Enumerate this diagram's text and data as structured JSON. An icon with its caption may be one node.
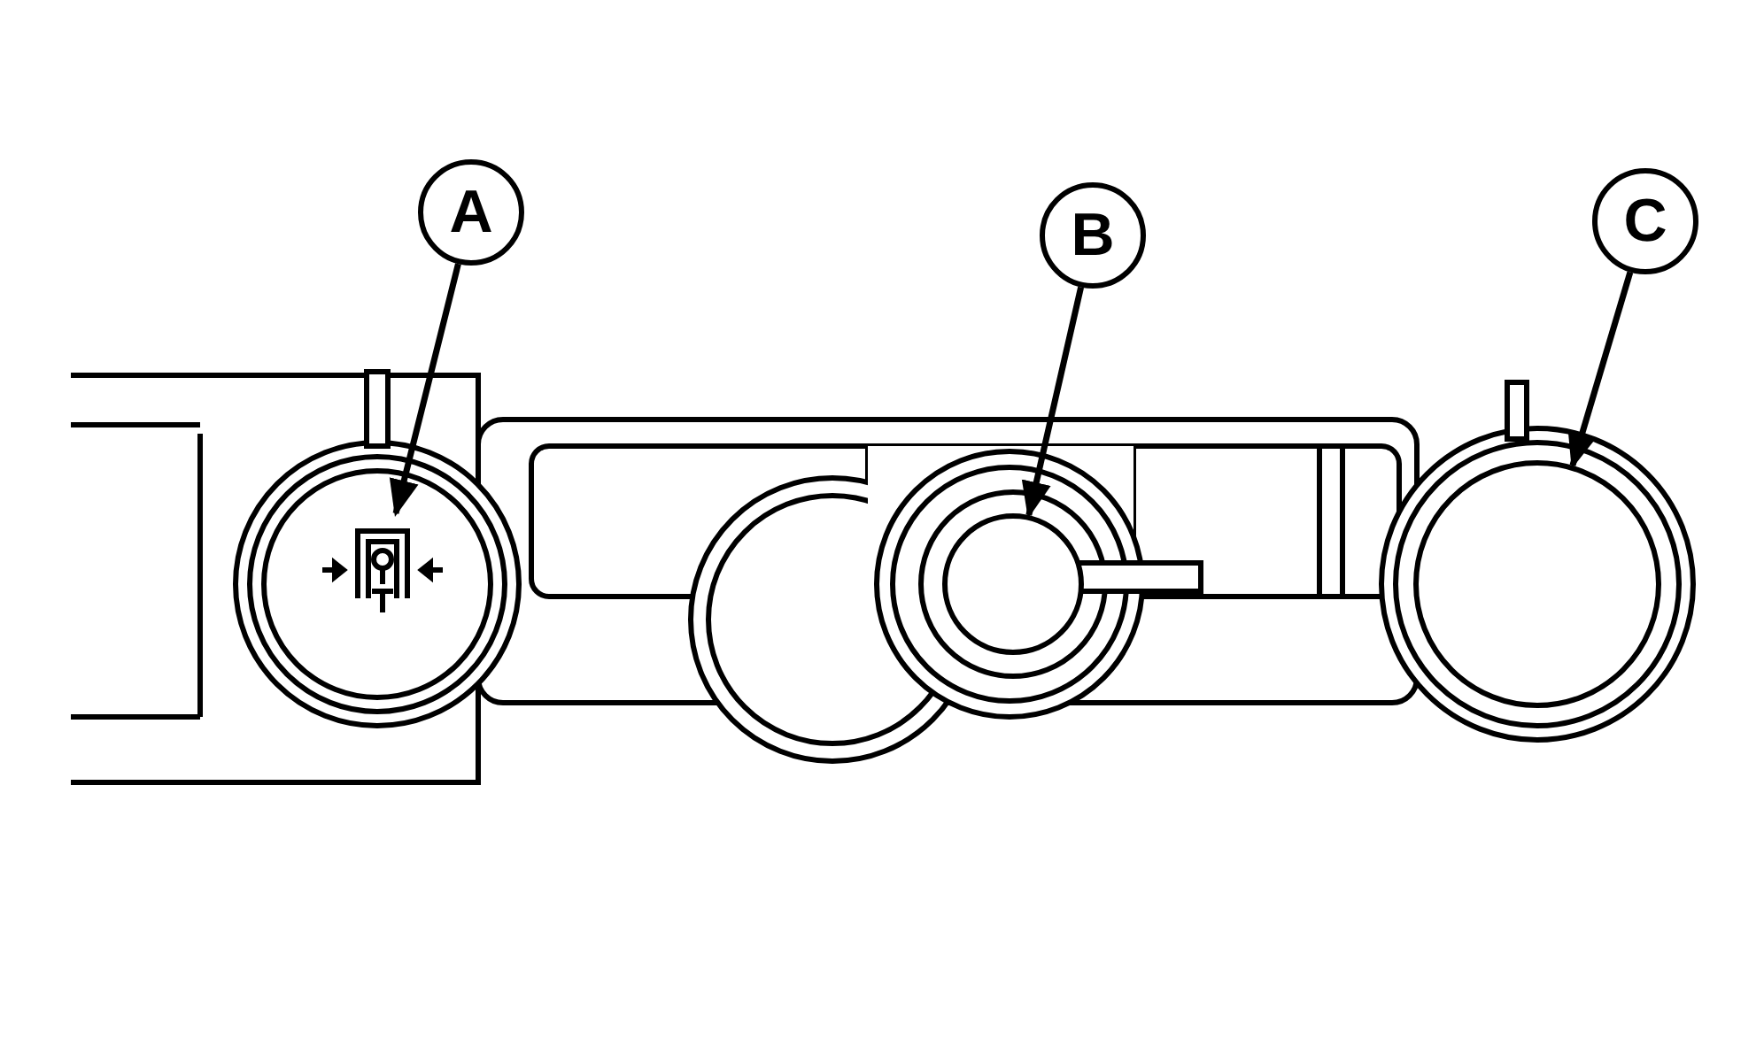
{
  "diagram": {
    "nodes": [
      {
        "text": [
          "A"
        ]
      },
      {
        "text": [
          "B"
        ]
      },
      {
        "text": [
          "C"
        ]
      },
      {
        "text": [],
        "shape": "picture"
      },
      {
        "text": [],
        "shape": "circle"
      },
      {
        "text": [],
        "shape": "circle"
      }
    ],
    "edges": [
      {
        "from": 0,
        "to": 3,
        "arrow": "to"
      },
      {
        "from": 1,
        "to": 4,
        "arrow": "to"
      },
      {
        "from": 2,
        "to": 5,
        "arrow": "to"
      }
    ]
  }
}
